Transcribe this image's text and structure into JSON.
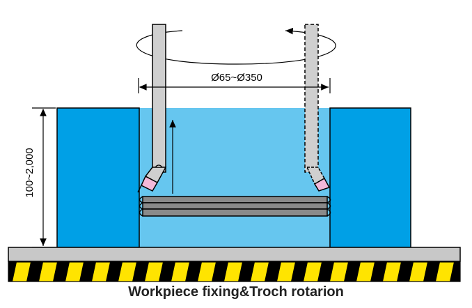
{
  "diameter_label": "Ø65~Ø350",
  "height_label": "100~2,000",
  "caption": "Workpiece fixing&Troch rotarion",
  "colors": {
    "water": "#66c6ef",
    "fixture": "#00a0e6",
    "torch_body": "#cfcfcf",
    "torch_tip": "#f4b8d8",
    "pipe": "#8a8a8a",
    "base": "#c8c8c8",
    "stripe_yellow": "#ffe400",
    "stripe_black": "#000000"
  }
}
